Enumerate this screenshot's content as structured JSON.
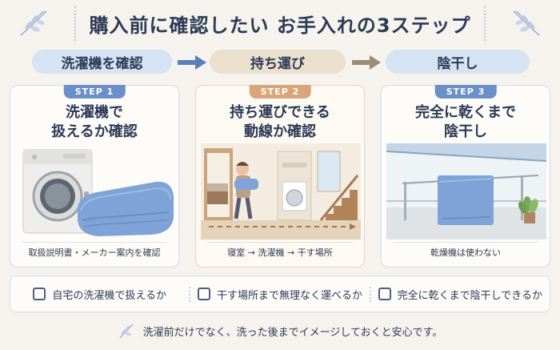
{
  "title": "購入前に確認したい お手入れの3ステップ",
  "steps_bar": [
    "洗濯機を確認",
    "持ち運び",
    "陰干し"
  ],
  "cards": [
    {
      "badge": "STEP 1",
      "head1": "洗濯機で",
      "head2": "扱えるか確認",
      "caption": "取扱説明書・メーカー案内を確認"
    },
    {
      "badge": "STEP 2",
      "head1": "持ち運びできる",
      "head2": "動線か確認",
      "caption": "寝室 → 洗濯機 → 干す場所"
    },
    {
      "badge": "STEP 3",
      "head1": "完全に乾くまで",
      "head2": "陰干し",
      "caption": "乾燥機は使わない"
    }
  ],
  "checklist": [
    "自宅の洗濯機で扱えるか",
    "干す場所まで無理なく運べるか",
    "完全に乾くまで陰干しできるか"
  ],
  "footer": "洗濯前だけでなく、洗った後までイメージしておくと安心です。",
  "colors": {
    "accent_blue": "#6b8fc7",
    "accent_tan": "#d9a57a",
    "towel": "#7fa3d6"
  }
}
